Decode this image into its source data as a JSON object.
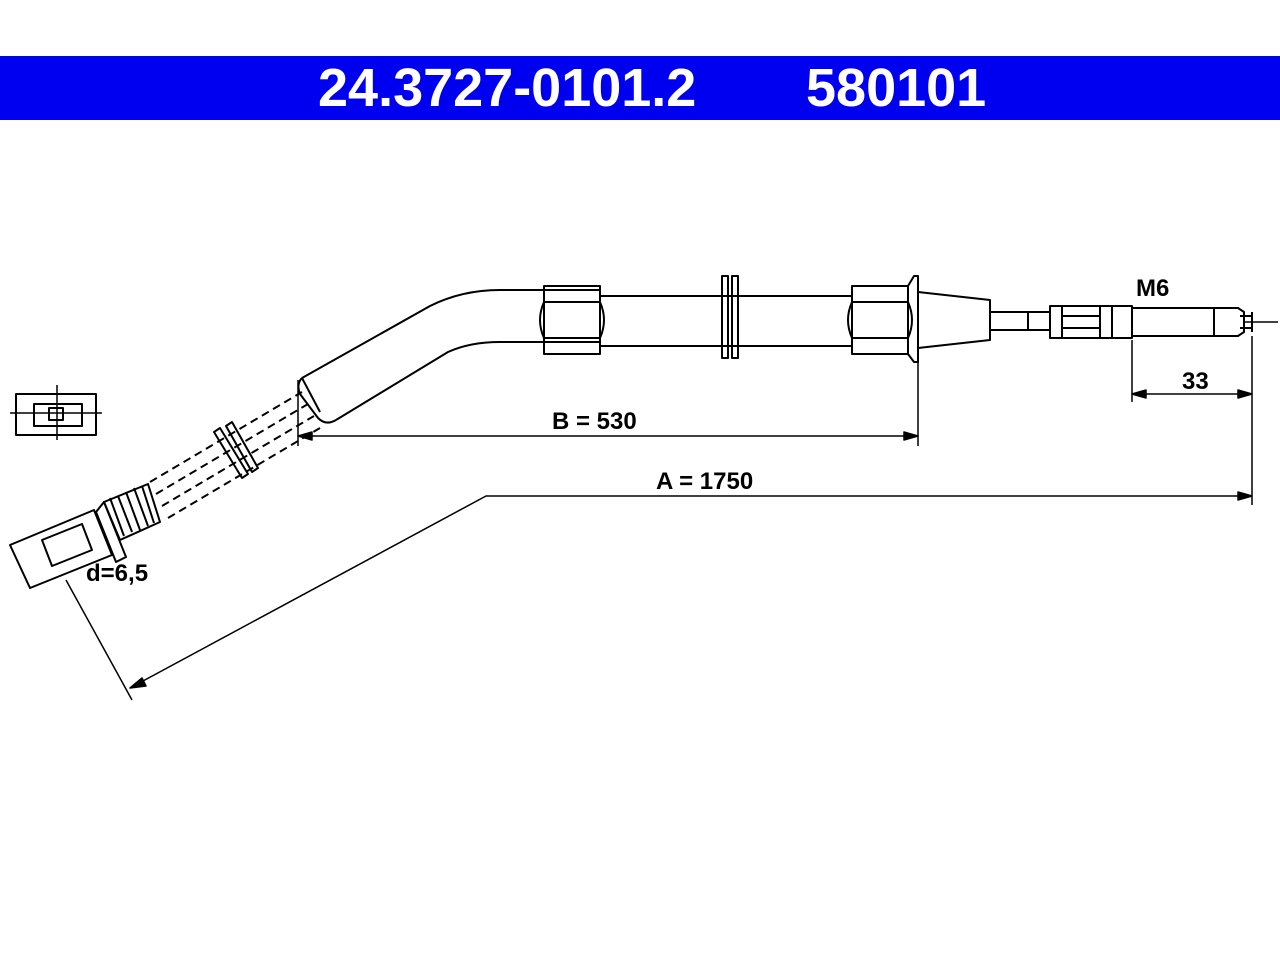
{
  "header": {
    "part_number": "24.3727-0101.2",
    "ref_number": "580101",
    "background_color": "#0000f0",
    "text_color": "#ffffff"
  },
  "labels": {
    "thread": "M6",
    "end_length": "33",
    "dim_b": "B = 530",
    "dim_a": "A = 1750",
    "diameter": "d=6,5"
  }
}
